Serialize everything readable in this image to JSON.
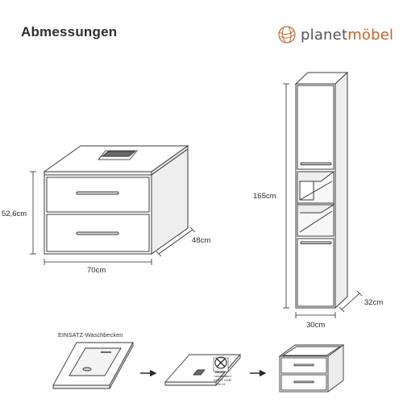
{
  "header": {
    "title": "Abmessungen",
    "logo_text_main": "planet",
    "logo_text_accent": "möbel"
  },
  "vanity": {
    "height_label": "52,6cm",
    "width_label": "70cm",
    "depth_label": "48cm"
  },
  "tall_cabinet": {
    "height_label": "165cm",
    "width_label": "30cm",
    "depth_label": "32cm"
  },
  "basin_steps": {
    "caption": "EINSATZ-Waschbecken",
    "notice_line1": "NICHT",
    "notice_line2": "verwenden!",
    "notice_line3": "DON'T USE!",
    "notice_line4": "Nr.14"
  },
  "colors": {
    "line": "#3a3a3a",
    "accent": "#c4622d"
  }
}
